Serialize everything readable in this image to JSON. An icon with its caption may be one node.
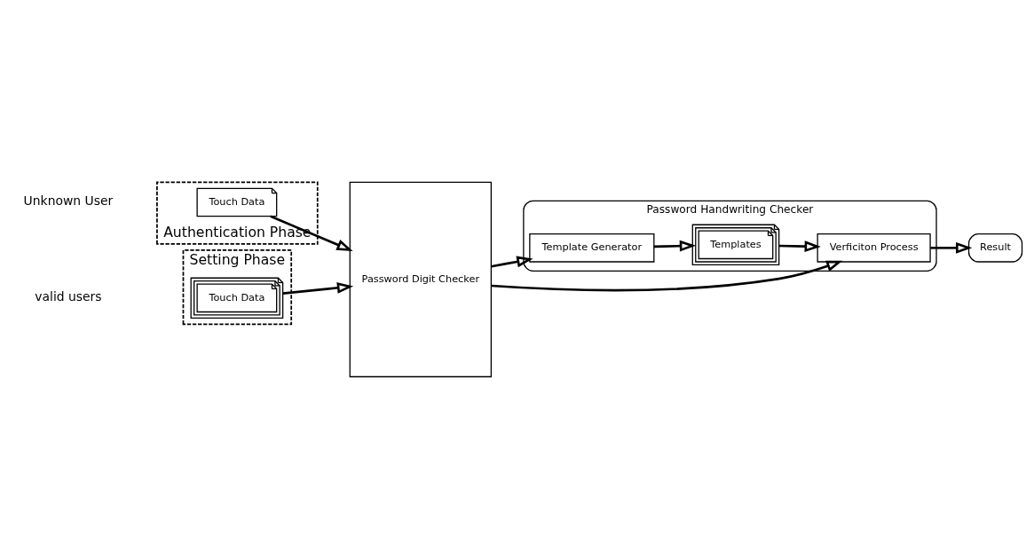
{
  "diagram": {
    "nodes": [
      {
        "text": [
          "Setting Phase"
        ]
      },
      {
        "text": [
          "Touch Data"
        ],
        "in": 0
      },
      {
        "text": [
          "Authentication Phase"
        ]
      },
      {
        "text": [
          "Touch Data"
        ],
        "in": 2
      },
      {
        "text": [
          "Password Digit Checker"
        ]
      },
      {
        "text": [
          "Password Handwriting Checker"
        ]
      },
      {
        "text": [
          "Template Generator"
        ],
        "in": 5
      },
      {
        "text": [
          "Templates"
        ],
        "in": 5
      },
      {
        "text": [
          "Verficiton Process"
        ],
        "in": 5
      },
      {
        "text": [
          "Result"
        ]
      }
    ],
    "edges": [
      {
        "from": 1,
        "to": 4,
        "arrow": "to"
      },
      {
        "from": 3,
        "to": 4,
        "arrow": "to"
      },
      {
        "from": 4,
        "to": 6,
        "arrow": "to"
      },
      {
        "from": 4,
        "to": 8,
        "arrow": "to"
      },
      {
        "from": 6,
        "to": 7,
        "arrow": "to"
      },
      {
        "from": 7,
        "to": 8,
        "arrow": "to"
      },
      {
        "from": 8,
        "to": 9,
        "arrow": "to"
      }
    ],
    "labels": [
      "valid users",
      "Unknown User"
    ]
  }
}
